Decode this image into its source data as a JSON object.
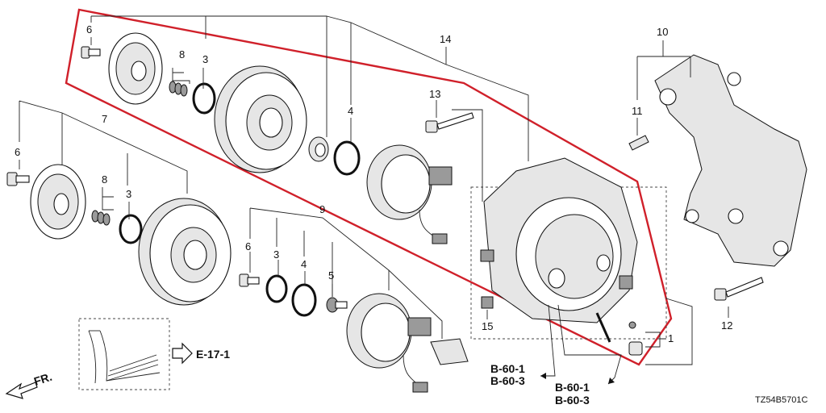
{
  "callouts": {
    "c1": "1",
    "c3a": "3",
    "c3b": "3",
    "c3c": "3",
    "c4a": "4",
    "c4b": "4",
    "c5": "5",
    "c6a": "6",
    "c6b": "6",
    "c6c": "6",
    "c7": "7",
    "c8a": "8",
    "c8b": "8",
    "c9": "9",
    "c10": "10",
    "c11": "11",
    "c12": "12",
    "c13": "13",
    "c14": "14",
    "c15": "15"
  },
  "references": {
    "ref_e17": "E-17-1",
    "ref_b601_a": "B-60-1",
    "ref_b603_a": "B-60-3",
    "ref_b601_b": "B-60-1",
    "ref_b603_b": "B-60-3"
  },
  "front_marker": "FR.",
  "diagram_code": "TZ54B5701C",
  "colors": {
    "highlight": "#d0202a",
    "line": "#222222"
  },
  "icons": {
    "front_arrow": "front-direction-arrow-icon",
    "ref_arrow": "reference-arrow-icon"
  }
}
